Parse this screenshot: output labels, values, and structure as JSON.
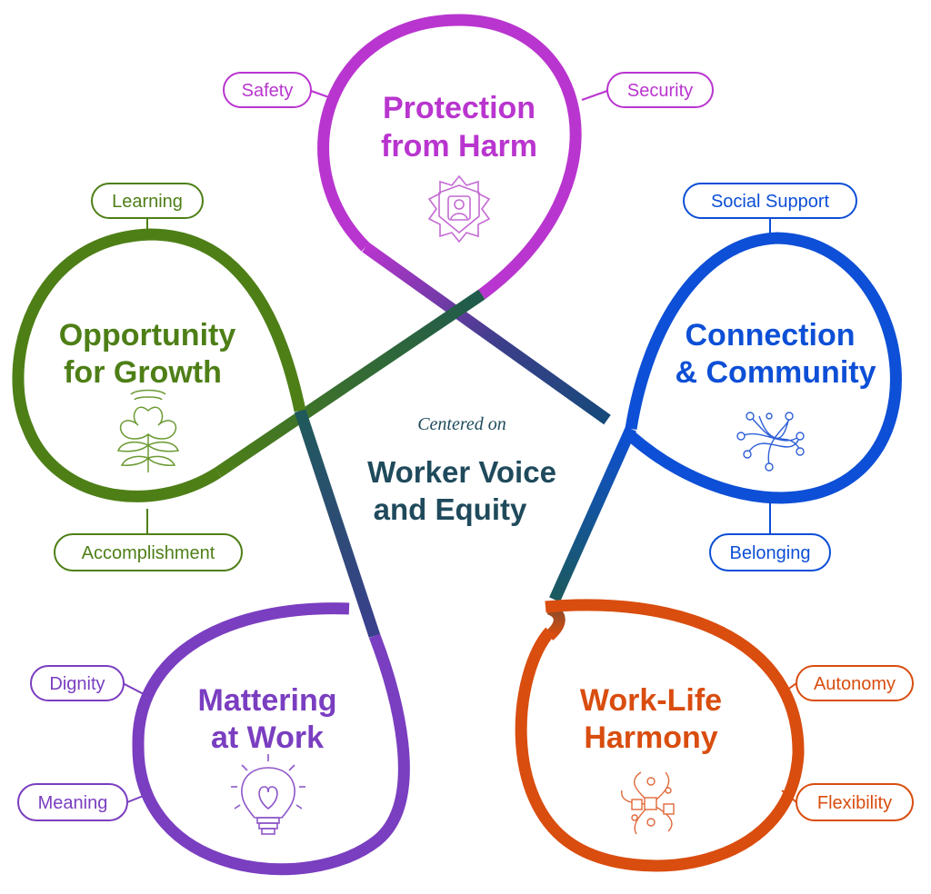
{
  "center": {
    "subtitle": "Centered on",
    "title_line1": "Worker Voice",
    "title_line2": "and Equity"
  },
  "petals": {
    "protection": {
      "line1": "Protection",
      "line2": "from Harm",
      "color": "#b935cf",
      "icon": "shield-person-icon",
      "tags": [
        "Safety",
        "Security"
      ]
    },
    "connection": {
      "line1": "Connection",
      "line2": "& Community",
      "color": "#0d4fd6",
      "icon": "network-icon",
      "tags": [
        "Social Support",
        "Belonging"
      ]
    },
    "worklife": {
      "line1": "Work-Life",
      "line2": "Harmony",
      "color": "#d94d0f",
      "icon": "pinwheel-nodes-icon",
      "tags": [
        "Autonomy",
        "Flexibility"
      ]
    },
    "mattering": {
      "line1": "Mattering",
      "line2": "at Work",
      "color": "#7a3ec0",
      "icon": "lightbulb-heart-icon",
      "tags": [
        "Dignity",
        "Meaning"
      ]
    },
    "growth": {
      "line1": "Opportunity",
      "line2": "for Growth",
      "color": "#4e7f17",
      "icon": "flower-icon",
      "tags": [
        "Learning",
        "Accomplishment"
      ]
    }
  }
}
